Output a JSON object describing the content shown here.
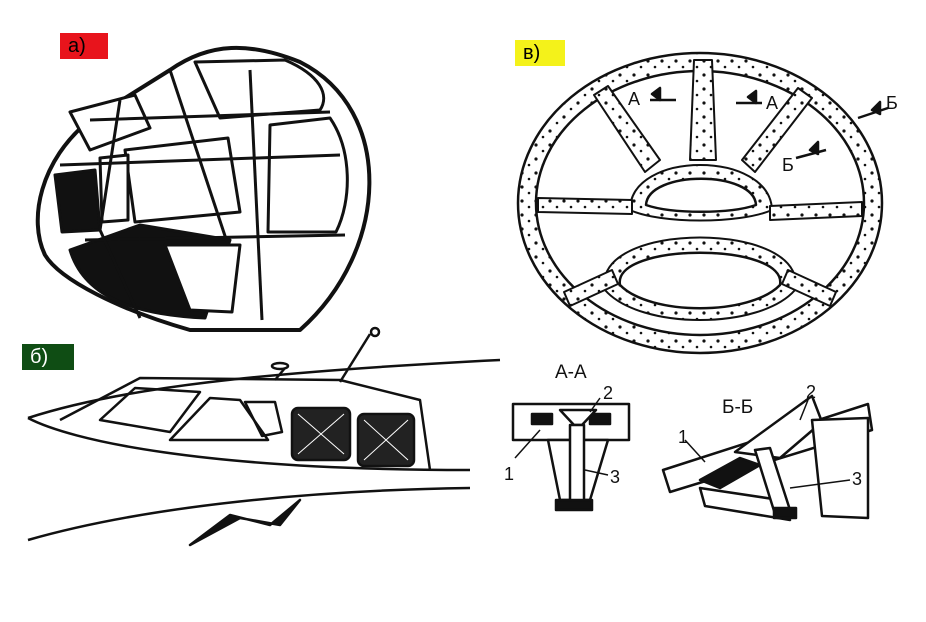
{
  "panels": {
    "a": {
      "label": "а)",
      "color": "#e8141c"
    },
    "b": {
      "label": "б)",
      "color": "#0f4d14"
    },
    "v": {
      "label": "в)",
      "color": "#f4f21a"
    }
  },
  "frame_marks": {
    "a_left": "А",
    "a_right": "А",
    "b_mid": "Б",
    "b_right": "Б"
  },
  "section_aa": {
    "title": "А-А",
    "n1": "1",
    "n2": "2",
    "n3": "3"
  },
  "section_bb": {
    "title": "Б-Б",
    "n1": "1",
    "n2": "2",
    "n3": "3"
  }
}
